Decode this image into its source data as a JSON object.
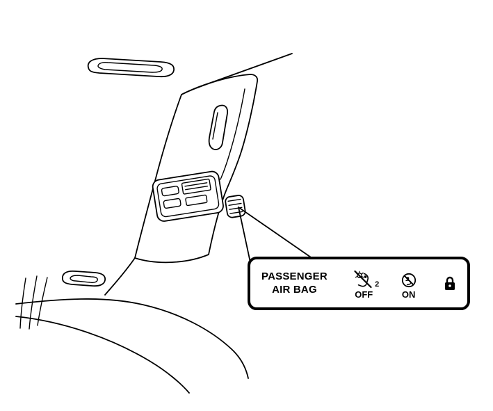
{
  "callout": {
    "label_line1": "PASSENGER",
    "label_line2": "AIR BAG",
    "positions": [
      {
        "label": "OFF",
        "icon": "airbag-off-icon",
        "subscript": "2"
      },
      {
        "label": "ON",
        "icon": "airbag-on-icon"
      }
    ],
    "lock": {
      "icon": "lock-icon"
    }
  },
  "diagram": {
    "parts": [
      "roof-line",
      "assist-handle",
      "a-pillar-trim",
      "seatbelt-guide-slot",
      "overhead-console",
      "passenger-airbag-switch",
      "leader-wedge",
      "door-pull-handle",
      "door-frame-lines",
      "instrument-panel-curves"
    ]
  },
  "colors": {
    "line": "#000000",
    "background": "#ffffff"
  }
}
